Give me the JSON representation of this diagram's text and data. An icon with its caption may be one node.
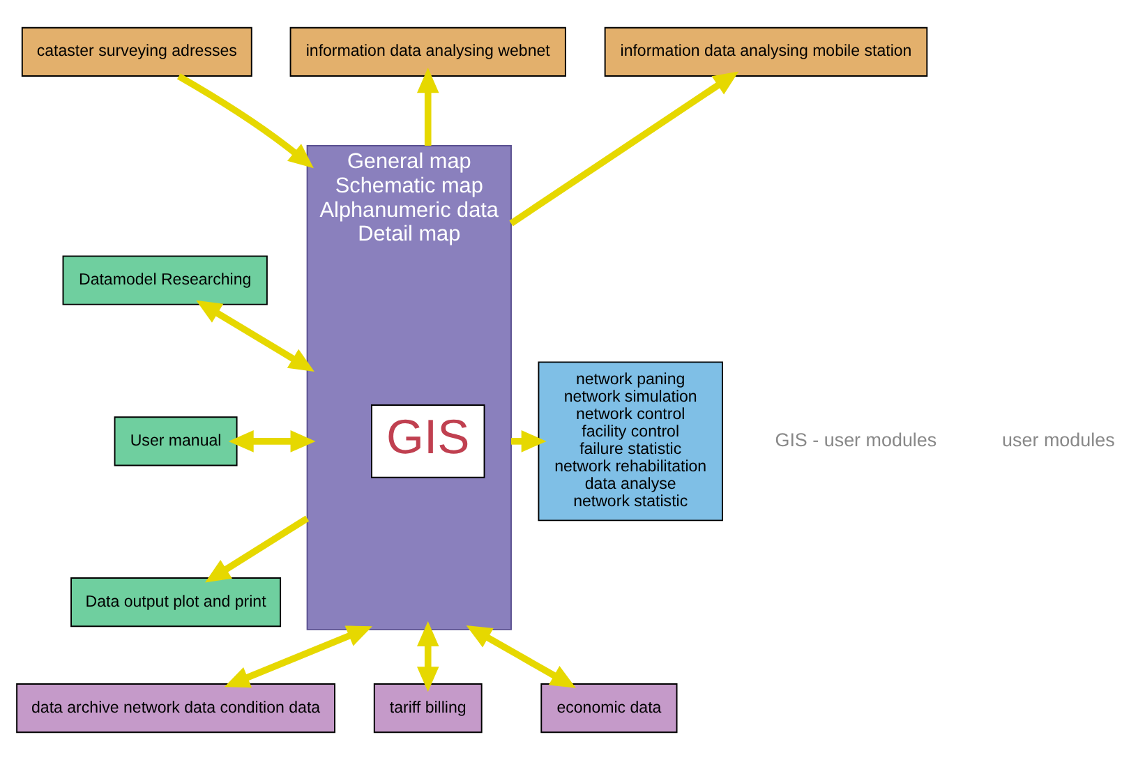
{
  "diagram": {
    "nodes": [
      {
        "text": [
          "cataster surveying adresses"
        ]
      },
      {
        "text": [
          "information data analysing webnet"
        ]
      },
      {
        "text": [
          "information data analysing mobile station"
        ]
      },
      {
        "text": [
          "Datamodel Researching"
        ]
      },
      {
        "text": [
          "User manual"
        ]
      },
      {
        "text": [
          "Data output plot and print"
        ]
      },
      {
        "text": [
          "General map",
          "Schematic map",
          "Alphanumeric data",
          "Detail map"
        ]
      },
      {
        "text": [
          "GIS"
        ],
        "in": 6
      },
      {
        "text": [
          "network paning",
          "network simulation",
          "network control",
          "facility control",
          "failure statistic",
          "network rehabilitation",
          "data analyse",
          "network statistic"
        ]
      },
      {
        "text": [
          "data archive network data condition data"
        ]
      },
      {
        "text": [
          "tariff billing"
        ]
      },
      {
        "text": [
          "economic data"
        ]
      }
    ],
    "edges": [
      {
        "from": 0,
        "to": 6,
        "arrow": "to"
      },
      {
        "from": 6,
        "to": 1,
        "arrow": "to"
      },
      {
        "from": 6,
        "to": 2,
        "arrow": "to"
      },
      {
        "from": 3,
        "to": 6,
        "arrow": "both"
      },
      {
        "from": 4,
        "to": 6,
        "arrow": "both"
      },
      {
        "from": 6,
        "to": 5,
        "arrow": "to"
      },
      {
        "from": 6,
        "to": 8,
        "arrow": "to"
      },
      {
        "from": 9,
        "to": 6,
        "arrow": "both"
      },
      {
        "from": 10,
        "to": 6,
        "arrow": "both"
      },
      {
        "from": 11,
        "to": 6,
        "arrow": "both"
      }
    ],
    "labels": [
      "GIS - user modules",
      "user modules"
    ]
  }
}
